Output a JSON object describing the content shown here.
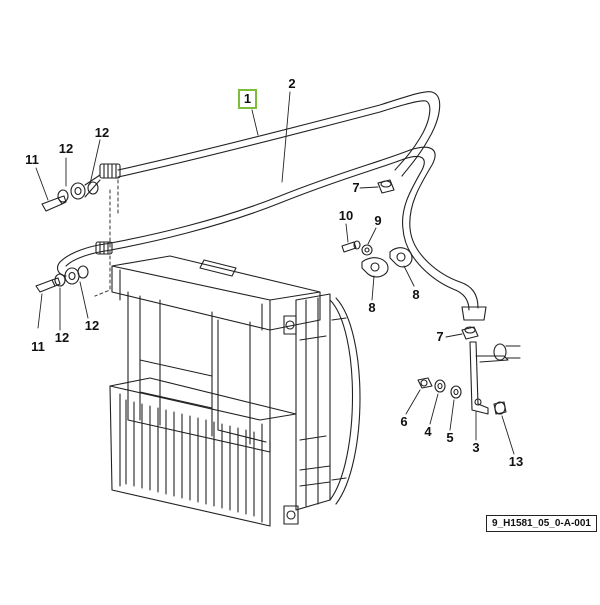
{
  "callouts": {
    "c1": "1",
    "c2": "2",
    "c3": "3",
    "c4": "4",
    "c5": "5",
    "c6": "6",
    "c7a": "7",
    "c7b": "7",
    "c8a": "8",
    "c8b": "8",
    "c9": "9",
    "c10": "10",
    "c11a": "11",
    "c11b": "11",
    "c12a": "12",
    "c12b": "12",
    "c12c": "12",
    "c12d": "12",
    "c13": "13"
  },
  "highlight_color": "#7dbd3a",
  "reference_code": "9_H1581_05_0-A-001"
}
